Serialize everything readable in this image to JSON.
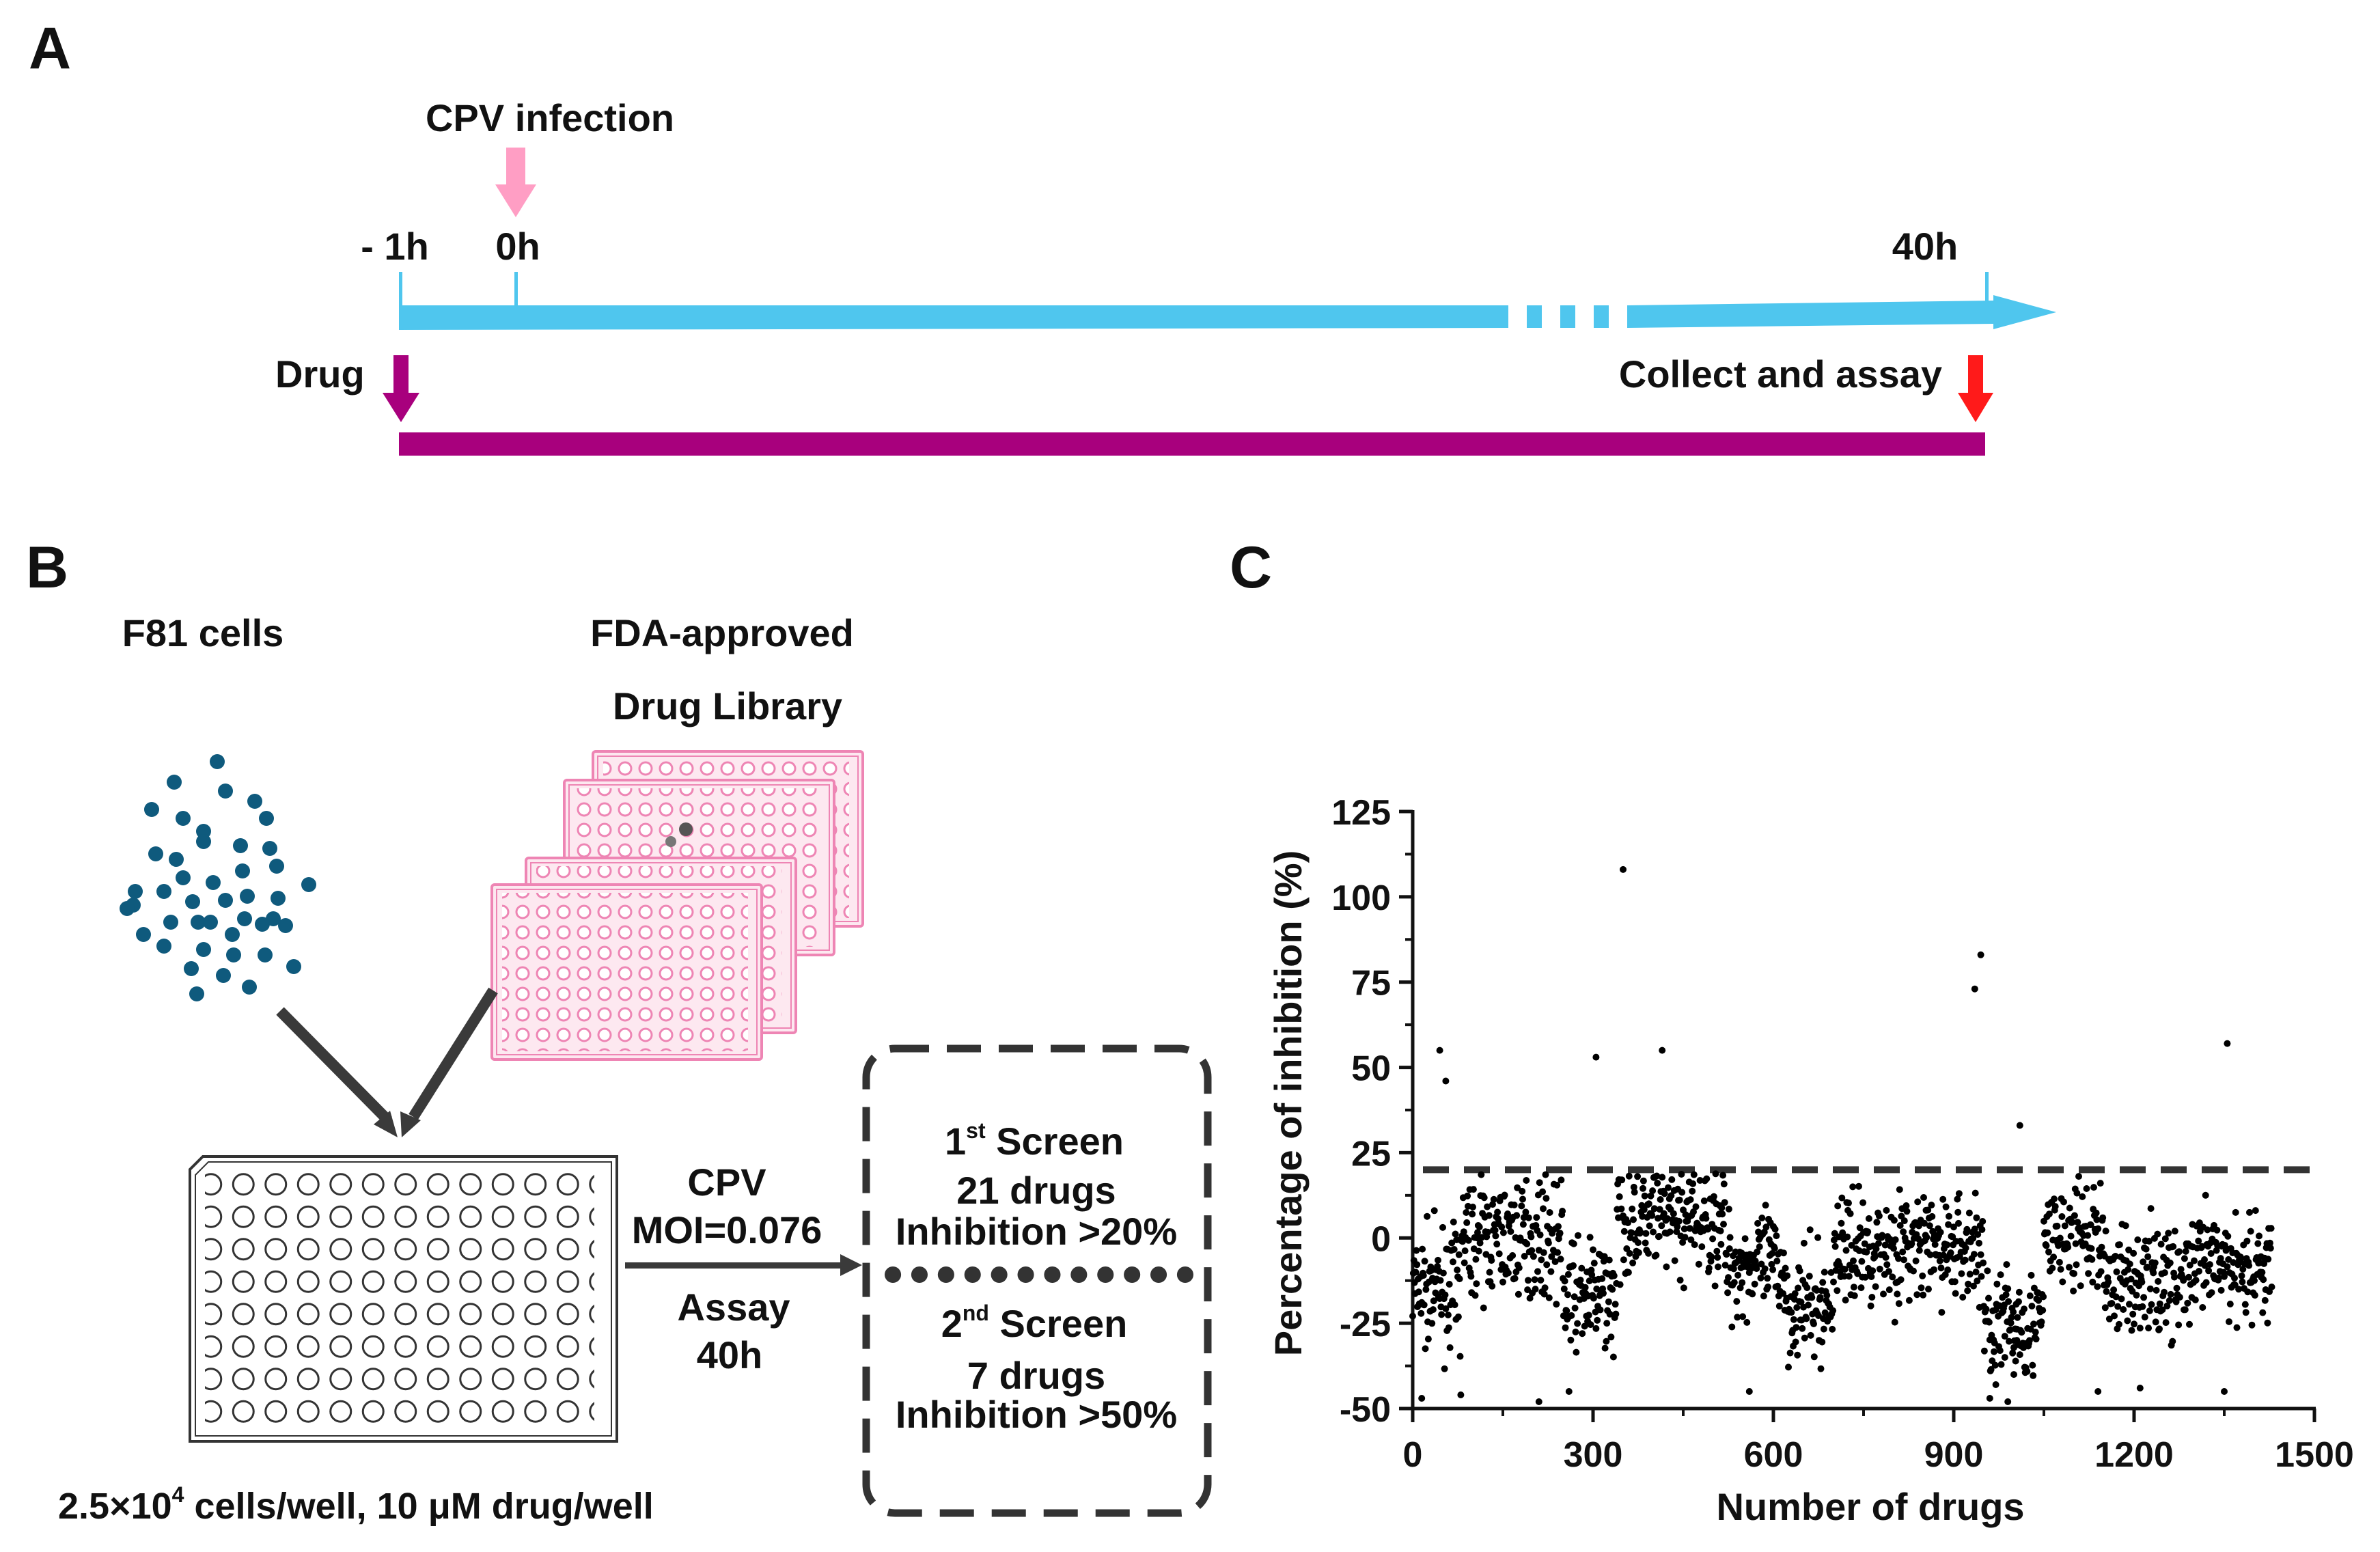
{
  "panels": {
    "a": "A",
    "b": "B",
    "c": "C"
  },
  "timeline": {
    "infection_label": "CPV infection",
    "t_minus1": "- 1h",
    "t_0": "0h",
    "t_40": "40h",
    "drug_label": "Drug",
    "collect_label": "Collect and  assay",
    "colors": {
      "timeline": "#4fc6ee",
      "infection_arrow": "#ff9ec4",
      "drug": "#a8007d",
      "collect_arrow": "#ff1a1a"
    }
  },
  "workflow": {
    "cells_label": "F81 cells",
    "library_line1": "FDA-approved",
    "library_line2": "Drug Library",
    "cpv_line1": "CPV",
    "cpv_line2": "MOI=0.076",
    "assay_line1": "Assay",
    "assay_line2": "40h",
    "bottom_pre": "2.5×10",
    "bottom_sup": "4",
    "bottom_post": " cells/well, 10 μM drug/well",
    "screen1_num": "1",
    "screen1_sup": "st",
    "screen1_rest": " Screen",
    "screen1_drugs": "21 drugs",
    "screen1_inhib": "Inhibition >20%",
    "screen2_num": "2",
    "screen2_sup": "nd",
    "screen2_rest": " Screen",
    "screen2_drugs": "7 drugs",
    "screen2_inhib": "Inhibition >50%",
    "colors": {
      "cells": "#0f5a7d",
      "plate_pink": "#ee85b4",
      "plate_fill": "#fde8f0"
    }
  },
  "chart_data": {
    "type": "scatter",
    "xlabel": "Number of drugs",
    "ylabel": "Percentage of inhibition (%)",
    "xlim": [
      0,
      1500
    ],
    "ylim": [
      -50,
      125
    ],
    "xticks": [
      "0",
      "300",
      "600",
      "900",
      "1200",
      "1500"
    ],
    "yticks": [
      "125",
      "100",
      "75",
      "50",
      "25",
      "0",
      "-25",
      "-50"
    ],
    "threshold": 20,
    "n_points": 1430,
    "outliers": [
      [
        45,
        55
      ],
      [
        55,
        46
      ],
      [
        305,
        53
      ],
      [
        350,
        108
      ],
      [
        415,
        55
      ],
      [
        935,
        73
      ],
      [
        945,
        83
      ],
      [
        1010,
        33
      ],
      [
        1355,
        57
      ]
    ],
    "low_points": [
      [
        15,
        -47
      ],
      [
        80,
        -46
      ],
      [
        210,
        -48
      ],
      [
        260,
        -45
      ],
      [
        560,
        -45
      ],
      [
        1140,
        -45
      ],
      [
        1210,
        -44
      ],
      [
        1350,
        -45
      ],
      [
        990,
        -48
      ],
      [
        1000,
        -40
      ],
      [
        970,
        -43
      ],
      [
        1020,
        -38
      ],
      [
        960,
        -47
      ],
      [
        985,
        -35
      ],
      [
        1005,
        -30
      ]
    ],
    "series_color": "#000000"
  }
}
